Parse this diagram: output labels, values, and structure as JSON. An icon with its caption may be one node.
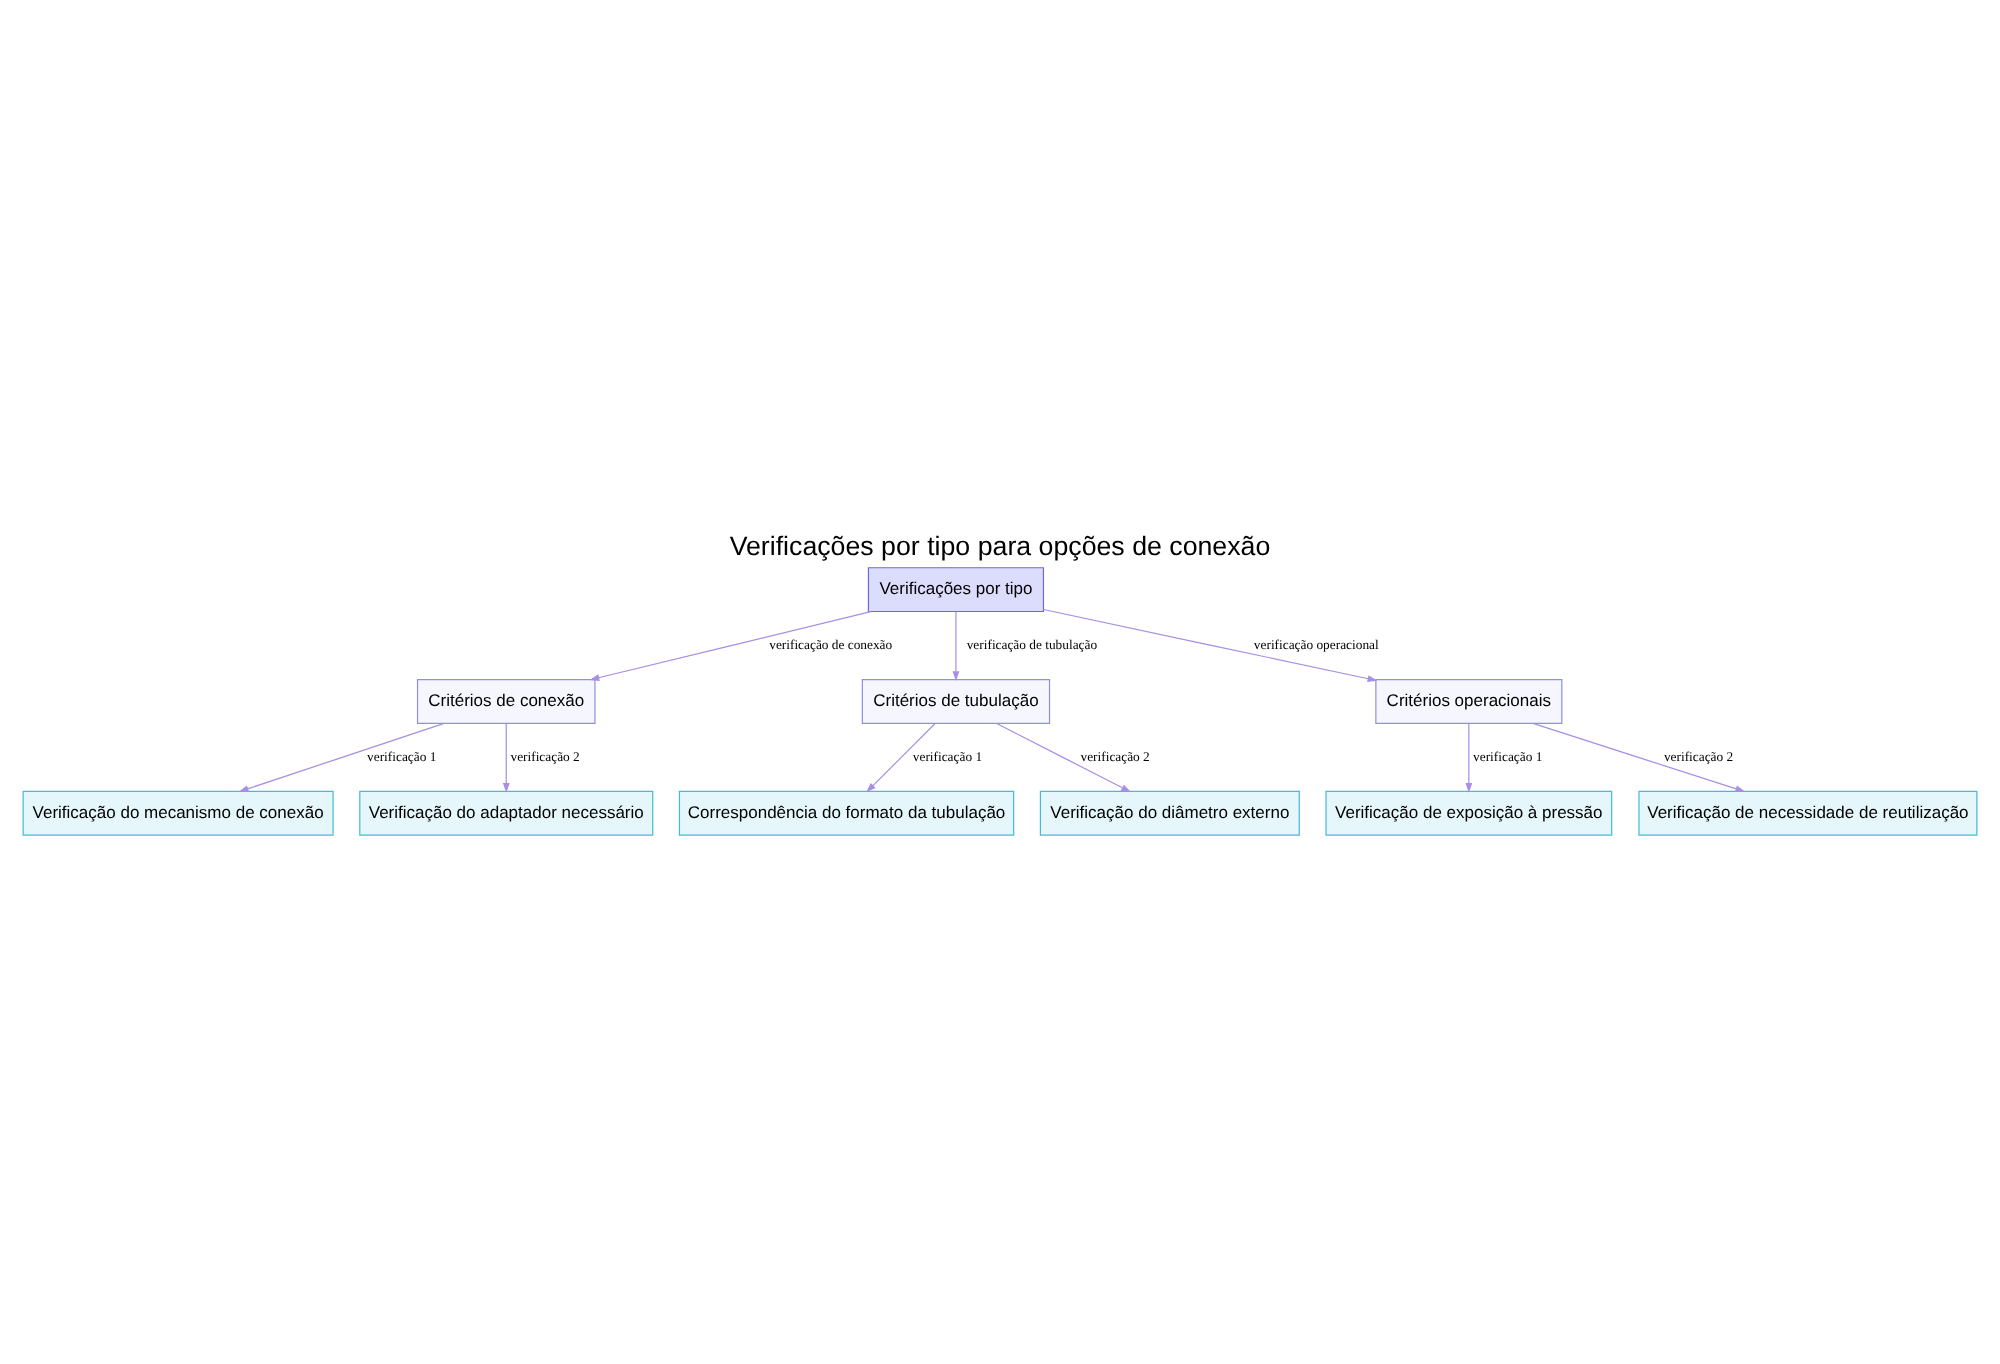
{
  "diagram": {
    "title": "Verificações por tipo para opções de conexão",
    "nodes": [
      {
        "text": [
          "Verificações por tipo"
        ]
      },
      {
        "text": [
          "Critérios de conexão"
        ]
      },
      {
        "text": [
          "Critérios de tubulação"
        ]
      },
      {
        "text": [
          "Critérios operacionais"
        ]
      },
      {
        "text": [
          "Verificação do mecanismo de conexão"
        ]
      },
      {
        "text": [
          "Verificação do adaptador necessário"
        ]
      },
      {
        "text": [
          "Correspondência do formato da tubulação"
        ]
      },
      {
        "text": [
          "Verificação do diâmetro externo"
        ]
      },
      {
        "text": [
          "Verificação de exposição à pressão"
        ]
      },
      {
        "text": [
          "Verificação de necessidade de reutilização"
        ]
      }
    ],
    "edges": [
      {
        "from": 0,
        "to": 1,
        "arrow": "to",
        "label": "verificação de conexão"
      },
      {
        "from": 0,
        "to": 2,
        "arrow": "to",
        "label": "verificação de tubulação"
      },
      {
        "from": 0,
        "to": 3,
        "arrow": "to",
        "label": "verificação operacional"
      },
      {
        "from": 1,
        "to": 4,
        "arrow": "to",
        "label": "verificação 1"
      },
      {
        "from": 1,
        "to": 5,
        "arrow": "to",
        "label": "verificação 2"
      },
      {
        "from": 2,
        "to": 6,
        "arrow": "to",
        "label": "verificação 1"
      },
      {
        "from": 2,
        "to": 7,
        "arrow": "to",
        "label": "verificação 2"
      },
      {
        "from": 3,
        "to": 8,
        "arrow": "to",
        "label": "verificação 1"
      },
      {
        "from": 3,
        "to": 9,
        "arrow": "to",
        "label": "verificação 2"
      }
    ]
  }
}
